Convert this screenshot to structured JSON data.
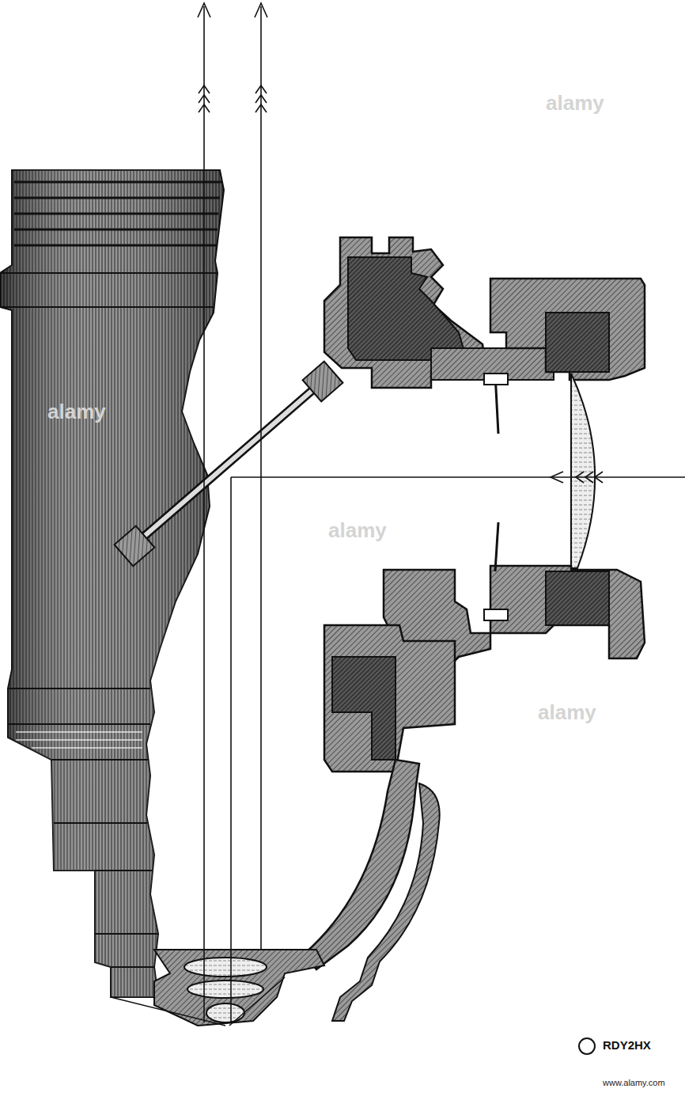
{
  "diagram": {
    "labels": [
      "alamy",
      "alamy",
      "alamy",
      "alamy",
      "RDY2HX",
      "www.alamy.com"
    ]
  }
}
